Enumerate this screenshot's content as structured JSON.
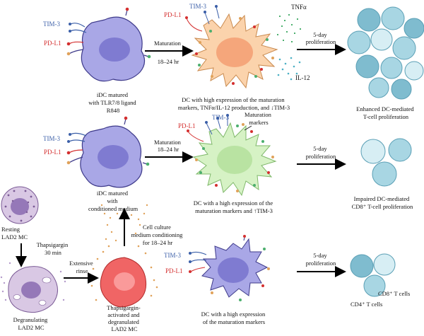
{
  "row1": {
    "tim3": "TIM-3",
    "pdl1": "PD-L1",
    "idc_label": [
      "iDC matured",
      "with TLR7/8 ligand",
      "R848"
    ],
    "maturation": [
      "Maturation",
      "18–24 hr"
    ],
    "tnfa": "TNFα",
    "il12": "IL-12",
    "proliferation": [
      "5-day",
      "proliferation"
    ],
    "dc_label": [
      "DC with high expression of the maturation",
      "markers, TNFα/IL-12 production, and ↓TIM-3"
    ],
    "tcell_label": [
      "Enhanced DC-mediated",
      "T-cell proliferation"
    ]
  },
  "row2": {
    "tim3": "TIM-3",
    "pdl1": "PD-L1",
    "idc_label": [
      "iDC matured",
      "with",
      "conditioned medium"
    ],
    "maturation": [
      "Maturation",
      "18–24 hr"
    ],
    "dc_tim3": "TIM-3",
    "dc_pdl1": "PD-L1",
    "markers": [
      "Maturation",
      "markers"
    ],
    "proliferation": [
      "5-day",
      "proliferation"
    ],
    "dc_label": [
      "DC with a high expression of the",
      "maturation markers and ↑TIM-3"
    ],
    "tcell_label": [
      "Impaired DC-mediated",
      "CD8⁺ T-cell proliferation"
    ]
  },
  "row3": {
    "resting": [
      "Resting",
      "LAD2 MC"
    ],
    "thapsigargin": [
      "Thapsigargin",
      "30 min"
    ],
    "degranulating": [
      "Degranulating",
      "LAD2 MC"
    ],
    "rinse": [
      "Extensive",
      "rinse"
    ],
    "activated": [
      "Thapsigargin-",
      "activated and",
      "degranulated",
      "LAD2 MC"
    ],
    "conditioning": [
      "Cell culture",
      "medium conditioning",
      "for 18–24 hr"
    ],
    "tim3": "TIM-3",
    "pdl1": "PD-L1",
    "dc_label": [
      "DC with a high expression",
      "of the maturation markers"
    ],
    "proliferation": [
      "5-day",
      "proliferation"
    ],
    "cd8": "CD8⁺ T cells",
    "cd4": "CD4⁺ T cells"
  },
  "colors": {
    "tim3": "#3b5fa8",
    "pdl1": "#d42f2f",
    "idc_fill": "#a9a7e6",
    "idc_nucleus": "#7f7bd1",
    "dc_orange": "#fbd3ac",
    "dc_orange_nucleus": "#f5a67b",
    "dc_green": "#d6f2c5",
    "dc_green_nucleus": "#b9e3a2",
    "tcell": "#a8d6e3",
    "tcell_dark": "#7fbccf",
    "mc_fill": "#d9c8e4",
    "mc_red": "#f06565",
    "granule": "#e0a25a",
    "cytokine_green": "#4caf6e",
    "cytokine_blue": "#4bb0c5"
  }
}
